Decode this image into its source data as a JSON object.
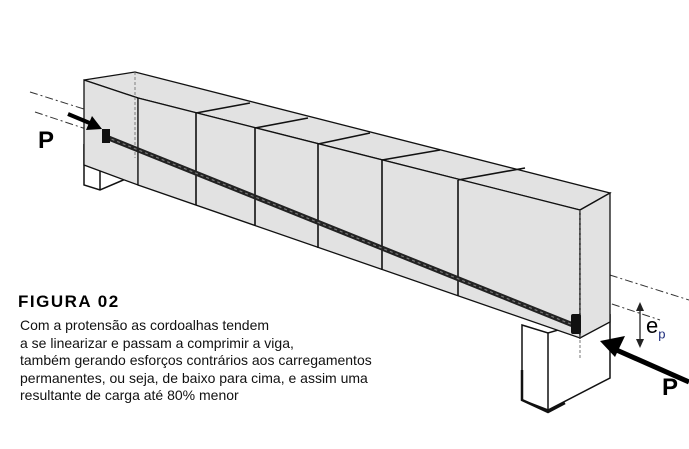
{
  "figure": {
    "title": "FIGURA 02",
    "caption_lines": [
      "Com  a protensão as cordoalhas tendem",
      "a se linearizar e passam a comprimir a viga,",
      "também gerando esforços contrários aos carregamentos",
      "permanentes, ou seja, de baixo para cima, e assim uma",
      "resultante de carga até 80% menor"
    ]
  },
  "labels": {
    "force_left": "P",
    "force_right": "P",
    "eccentricity": "e",
    "eccentricity_sub": "p"
  },
  "colors": {
    "beam_fill": "#e2e2e2",
    "tendon": "#222222",
    "eccentricity_sub": "#1b2a7a"
  }
}
